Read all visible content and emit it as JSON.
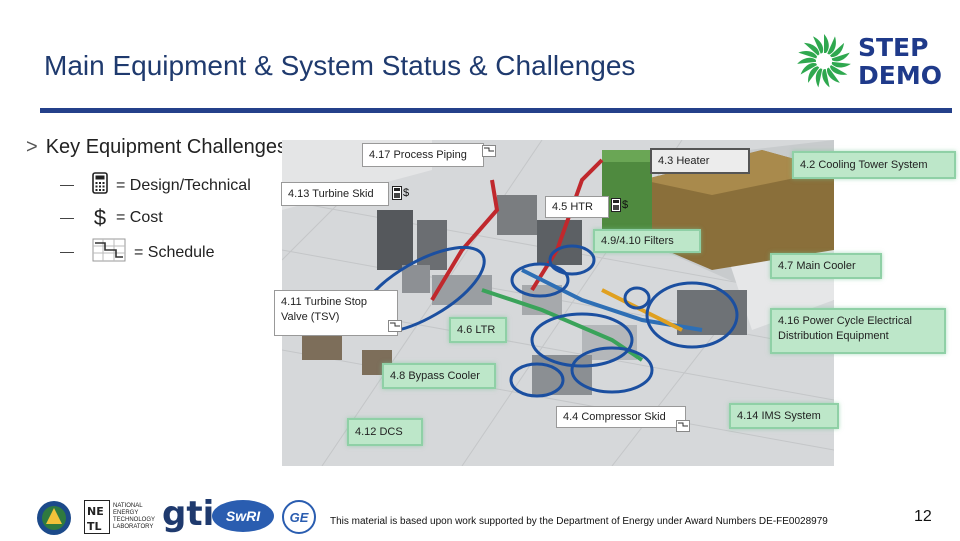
{
  "slide": {
    "title": "Main Equipment & System Status & Challenges",
    "page_number": "12",
    "footnote": "This material is based upon work supported by the Department of Energy under Award Numbers DE-FE0028979"
  },
  "logo": {
    "line1": "STEP",
    "line2": "DEMO",
    "color": "#1f3a8a",
    "swirl_color": "#2fa84f"
  },
  "bullets": {
    "heading": "Key Equipment Challenges",
    "marker": ">",
    "items": [
      {
        "icon": "calculator-icon",
        "label": "= Design/Technical"
      },
      {
        "icon": "dollar-icon",
        "glyph": "$",
        "label": "= Cost"
      },
      {
        "icon": "schedule-icon",
        "label": "= Schedule"
      }
    ]
  },
  "diagram_labels": {
    "process_piping": "4.17 Process Piping",
    "heater": "4.3 Heater",
    "cooling_tower": "4.2 Cooling Tower System",
    "turbine_skid": "4.13 Turbine Skid",
    "htr": "4.5 HTR",
    "filters": "4.9/4.10 Filters",
    "main_cooler": "4.7 Main Cooler",
    "tsv": "4.11 Turbine Stop Valve (TSV)",
    "ltr": "4.6 LTR",
    "power_cycle": "4.16 Power Cycle Electrical Distribution Equipment",
    "bypass_cooler": "4.8 Bypass Cooler",
    "compressor_skid": "4.4 Compressor Skid",
    "ims_system": "4.14 IMS System",
    "dcs": "4.12 DCS"
  },
  "flags": {
    "cost_glyph": "$"
  },
  "partners": {
    "netl": "NATIONAL ENERGY TECHNOLOGY LABORATORY",
    "gti": "gti",
    "swri": "SwRI",
    "ge": "GE"
  },
  "colors": {
    "title": "#1f3a6e",
    "rule": "#24408a",
    "label_green": "#bde7c9",
    "piping_red": "#c0282d",
    "highlight_blue": "#1b4fa0"
  }
}
